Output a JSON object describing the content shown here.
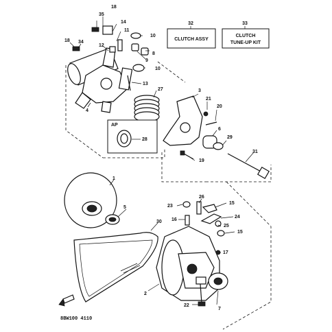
{
  "boxes": {
    "clutch_assy": {
      "number": "32",
      "label": "CLUTCH ASSY"
    },
    "tune_up_kit": {
      "number": "33",
      "line1": "CLUTCH",
      "line2": "TUNE-UP KIT"
    }
  },
  "ap_badge": "AP",
  "callouts": [
    "35",
    "18",
    "14",
    "11",
    "10",
    "8",
    "9",
    "10",
    "18",
    "34",
    "12",
    "13",
    "27",
    "3",
    "21",
    "20",
    "4",
    "6",
    "29",
    "31",
    "28",
    "19",
    "1",
    "5",
    "26",
    "15",
    "23",
    "24",
    "16",
    "25",
    "15",
    "30",
    "17",
    "2",
    "7",
    "22"
  ],
  "drawing_code": "8BW100 4110"
}
